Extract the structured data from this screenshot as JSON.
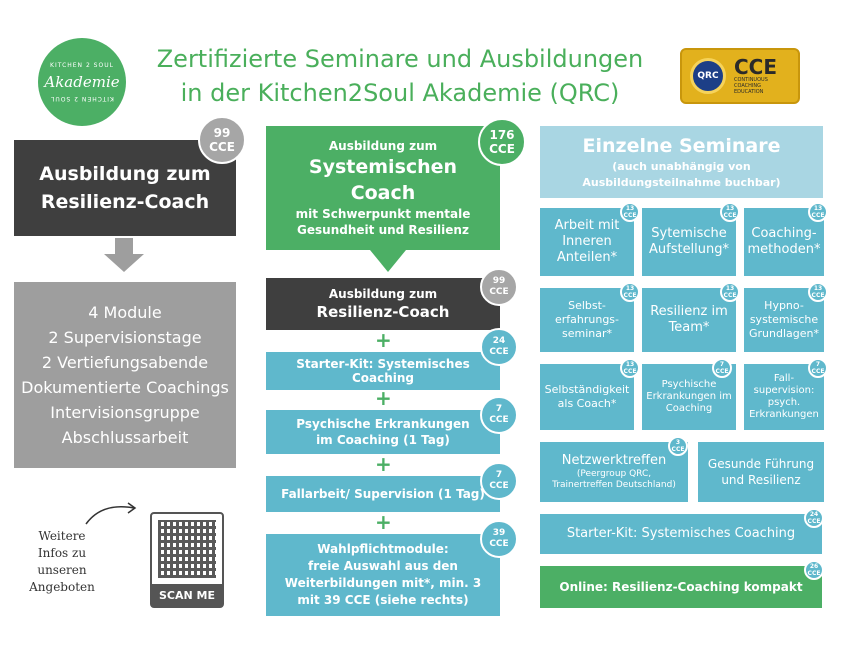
{
  "header": {
    "logo": {
      "top_text": "KITCHEN 2 SOUL",
      "word": "Akademie",
      "bottom_text": "KITCHEN 2 SOUL"
    },
    "title_line1": "Zertifizierte Seminare und Ausbildungen",
    "title_line2": "in der Kitchen2Soul Akademie (QRC)",
    "cce_badge": {
      "qrc": "QRC",
      "cce": "CCE",
      "sub1": "CONTINUOUS",
      "sub2": "COACHING",
      "sub3": "EDUCATION"
    }
  },
  "left": {
    "badge_num": "99",
    "badge_unit": "CCE",
    "head_line1": "Ausbildung zum",
    "head_line2": "Resilienz-Coach",
    "items": [
      "4 Module",
      "2 Supervisionstage",
      "2 Vertiefungsabende",
      "Dokumentierte Coachings",
      "Intervisionsgruppe",
      "Abschlussarbeit"
    ],
    "more_info": "Weitere Infos zu unseren Angeboten",
    "scan_me": "SCAN ME"
  },
  "middle": {
    "top": {
      "line1": "Ausbildung zum",
      "line2": "Systemischen",
      "line3": "Coach",
      "line4": "mit Schwerpunkt mentale",
      "line5": "Gesundheit und Resilienz",
      "badge_num": "176",
      "badge_unit": "CCE"
    },
    "resilienz": {
      "line1": "Ausbildung zum",
      "line2": "Resilienz-Coach",
      "badge_num": "99",
      "badge_unit": "CCE"
    },
    "plus": "+",
    "starter": {
      "label": "Starter-Kit: Systemisches Coaching",
      "badge_num": "24",
      "badge_unit": "CCE"
    },
    "psych": {
      "line1": "Psychische Erkrankungen",
      "line2": "im Coaching (1 Tag)",
      "badge_num": "7",
      "badge_unit": "CCE"
    },
    "fall": {
      "label": "Fallarbeit/ Supervision (1 Tag)",
      "badge_num": "7",
      "badge_unit": "CCE"
    },
    "wahl": {
      "line1": "Wahlpflichtmodule:",
      "line2": "freie Auswahl aus den",
      "line3": "Weiterbildungen mit*, min. 3",
      "line4": "mit 39 CCE  (siehe rechts)",
      "badge_num": "39",
      "badge_unit": "CCE"
    }
  },
  "right": {
    "head": {
      "title": "Einzelne Seminare",
      "sub1": "(auch unabhängig von",
      "sub2": "Ausbildungsteilnahme buchbar)"
    },
    "tiles": [
      {
        "text1": "Arbeit mit",
        "text2": "Inneren",
        "text3": "Anteilen*",
        "num": "13",
        "unit": "CCE"
      },
      {
        "text1": "Sytemische",
        "text2": "Aufstellung*",
        "text3": "",
        "num": "13",
        "unit": "CCE"
      },
      {
        "text1": "Coaching-",
        "text2": "methoden*",
        "text3": "",
        "num": "13",
        "unit": "CCE"
      },
      {
        "text1": "Selbst-",
        "text2": "erfahrungs-",
        "text3": "seminar*",
        "num": "13",
        "unit": "CCE"
      },
      {
        "text1": "Resilienz im",
        "text2": "Team*",
        "text3": "",
        "num": "13",
        "unit": "CCE"
      },
      {
        "text1": "Hypno-",
        "text2": "systemische",
        "text3": "Grundlagen*",
        "num": "13",
        "unit": "CCE"
      },
      {
        "text1": "Selbständigkeit",
        "text2": "als Coach*",
        "text3": "",
        "num": "13",
        "unit": "CCE"
      },
      {
        "text1": "Psychische",
        "text2": "Erkrankungen im",
        "text3": "Coaching",
        "num": "7",
        "unit": "CCE"
      },
      {
        "text1": "Fall-",
        "text2": "supervision:",
        "text3": "psych.",
        "text4": "Erkrankungen",
        "num": "7",
        "unit": "CCE"
      }
    ],
    "netz": {
      "title": "Netzwerktreffen",
      "sub1": "(Peergroup QRC,",
      "sub2": "Trainertreffen Deutschland)",
      "num": "3",
      "unit": "CCE"
    },
    "fuehrung": {
      "line1": "Gesunde Führung",
      "line2": "und Resilienz"
    },
    "starter": {
      "label": "Starter-Kit: Systemisches Coaching",
      "num": "24",
      "unit": "CCE"
    },
    "online": {
      "label": "Online: Resilienz-Coaching kompakt",
      "num": "26",
      "unit": "CCE"
    }
  }
}
